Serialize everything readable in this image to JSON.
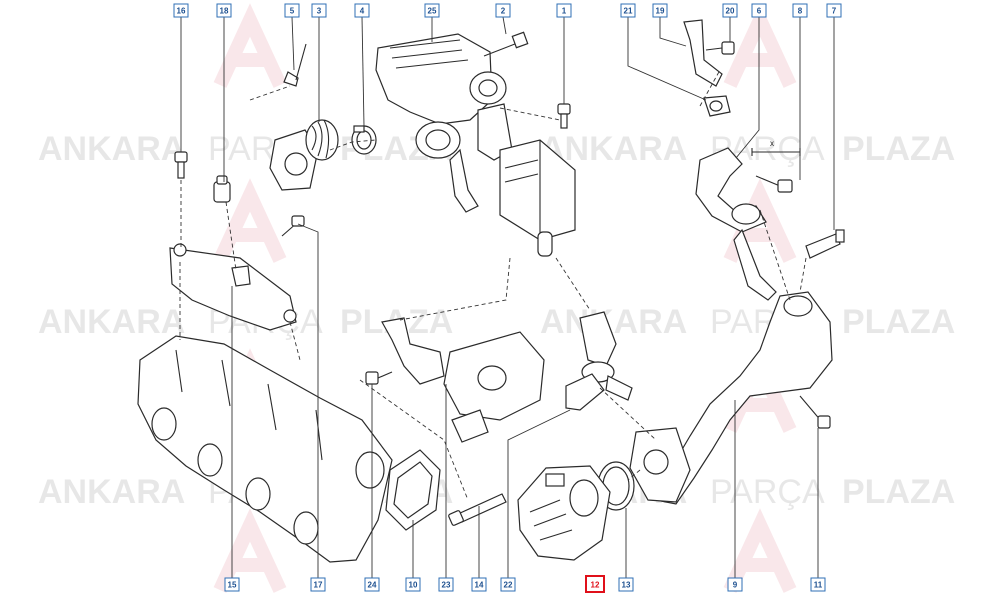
{
  "watermark": {
    "word1": "ANKARA",
    "word2": "PARÇA",
    "word3": "PLAZA"
  },
  "labels": {
    "l16": "16",
    "l18": "18",
    "l5": "5",
    "l3": "3",
    "l4": "4",
    "l25": "25",
    "l2": "2",
    "l1": "1",
    "l21": "21",
    "l19": "19",
    "l20": "20",
    "l6": "6",
    "l8": "8",
    "l7": "7",
    "l15": "15",
    "l17": "17",
    "l24": "24",
    "l10": "10",
    "l23": "23",
    "l14": "14",
    "l22": "22",
    "l12": "12",
    "l13": "13",
    "l9": "9",
    "l11": "11"
  },
  "highlighted_label": "12",
  "dimension_mark": "x",
  "colors": {
    "label_border": "#2f6fb5",
    "label_text": "#1c4f8f",
    "highlight": "#e0101a",
    "line": "#2b2b2b",
    "watermark_logo": "#c8102e"
  }
}
